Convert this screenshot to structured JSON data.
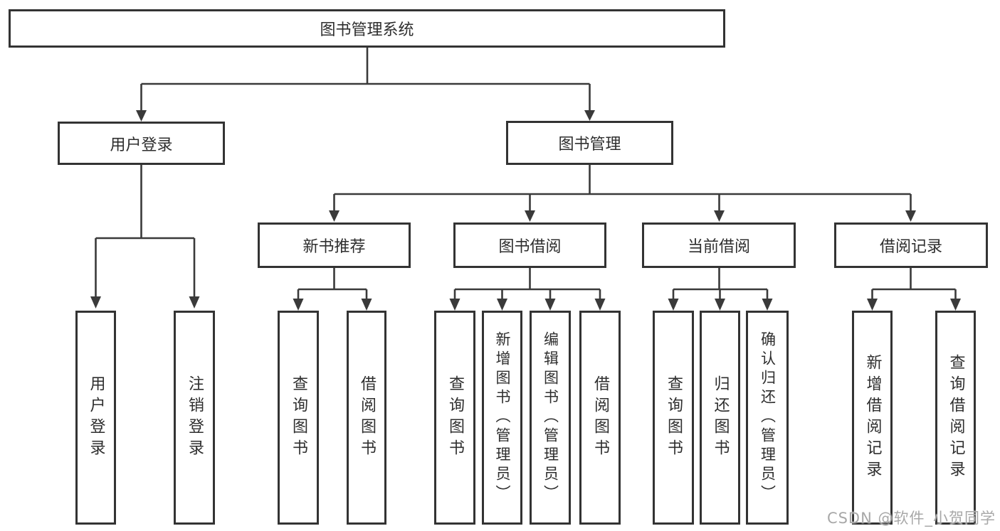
{
  "diagram": {
    "type": "hierarchy-tree",
    "watermark": "CSDN @软件_小贺同学",
    "colors": {
      "background": "#ffffff",
      "box_fill": "#ffffff",
      "box_border": "#333333",
      "line": "#3a3a3a",
      "text": "#2e2e2e",
      "watermark_text": "#a8a8a8"
    },
    "tree": {
      "root": {
        "label": "图书管理系统",
        "children": [
          {
            "label": "用户登录",
            "children": [
              {
                "label": "用户登录"
              },
              {
                "label": "注销登录"
              }
            ]
          },
          {
            "label": "图书管理",
            "children": [
              {
                "label": "新书推荐",
                "children": [
                  {
                    "label": "查询图书"
                  },
                  {
                    "label": "借阅图书"
                  }
                ]
              },
              {
                "label": "图书借阅",
                "children": [
                  {
                    "label": "查询图书"
                  },
                  {
                    "label": "新增图书（管理员）"
                  },
                  {
                    "label": "编辑图书（管理员）"
                  },
                  {
                    "label": "借阅图书"
                  }
                ]
              },
              {
                "label": "当前借阅",
                "children": [
                  {
                    "label": "查询图书"
                  },
                  {
                    "label": "归还图书"
                  },
                  {
                    "label": "确认归还（管理员）"
                  }
                ]
              },
              {
                "label": "借阅记录",
                "children": [
                  {
                    "label": "新增借阅记录"
                  },
                  {
                    "label": "查询借阅记录"
                  }
                ]
              }
            ]
          }
        ]
      }
    }
  }
}
